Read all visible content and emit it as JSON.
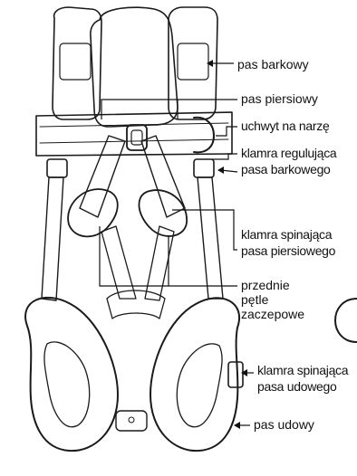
{
  "diagram": {
    "labels": {
      "shoulder_strap": "pas barkowy",
      "chest_strap": "pas piersiowy",
      "tool_holder": "uchwyt na narzę",
      "shoulder_adjust_line1": "klamra regulująca",
      "shoulder_adjust_line2": "pasa barkowego",
      "chest_buckle_line1": "klamra spinająca",
      "chest_buckle_line2": "pasa piersiowego",
      "front_loops_line1": "przednie",
      "front_loops_line2": "pętle",
      "front_loops_line3": "zaczepowe",
      "thigh_buckle_line1": "klamra spinająca",
      "thigh_buckle_line2": "pasa udowego",
      "thigh_strap": "pas udowy"
    },
    "colors": {
      "ink": "#1a1a1a",
      "strap_fill": "#cfcfcf",
      "pad_fill": "#dedede",
      "webbing_dark": "#a9a9a9",
      "background": "#ffffff"
    }
  }
}
